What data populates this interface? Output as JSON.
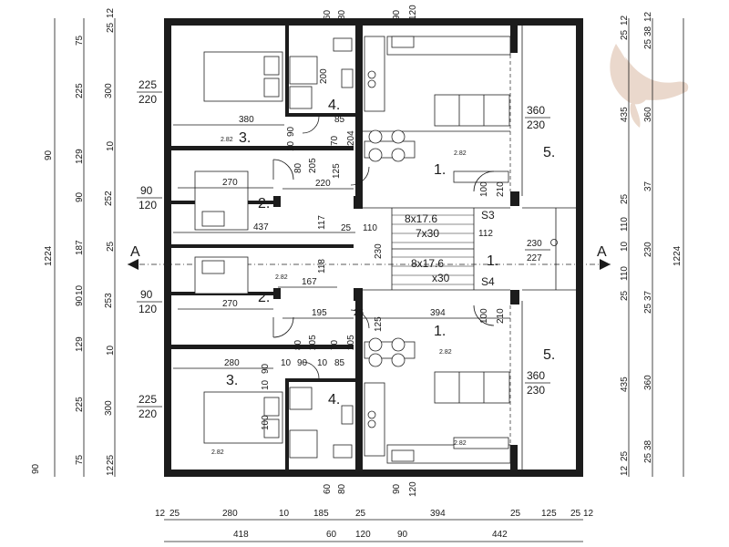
{
  "theme": {
    "line": "#1a1a1a",
    "wall": "#1c1c1c",
    "logo": "#d9b9a3"
  },
  "section_marker": "A",
  "rooms": [
    {
      "id": "r1-top",
      "label": "1."
    },
    {
      "id": "r2-top",
      "label": "2."
    },
    {
      "id": "r3-top",
      "label": "3."
    },
    {
      "id": "r4-top",
      "label": "4."
    },
    {
      "id": "r5-top",
      "label": "5."
    },
    {
      "id": "r1-bot",
      "label": "1."
    },
    {
      "id": "r2-bot",
      "label": "2."
    },
    {
      "id": "r3-bot",
      "label": "3."
    },
    {
      "id": "r4-bot",
      "label": "4."
    },
    {
      "id": "r5-bot",
      "label": "5."
    },
    {
      "id": "r1-mid",
      "label": "1."
    }
  ],
  "stairs": {
    "top_a": "8x17.6",
    "top_b": "7x30",
    "bot_a": "8x17.6",
    "bot_b": "x30",
    "s3": "S3",
    "s4": "S4"
  },
  "openings": {
    "w_225_220": [
      "225",
      "220"
    ],
    "w_90_120": [
      "90",
      "120"
    ],
    "w_360_230": [
      "360",
      "230"
    ]
  },
  "level_marks": {
    "a": "2.82",
    "b": "2.82",
    "c": "2.82",
    "d": "2.82",
    "e": "2.82",
    "f": "2.82"
  },
  "inner_dims": {
    "380": "380",
    "270": "270",
    "437": "437",
    "220": "220",
    "167": "167",
    "195": "195",
    "280": "280",
    "394": "394",
    "200": "200",
    "85": "85",
    "70": "70",
    "204": "204",
    "205": "205",
    "125": "125",
    "117": "117",
    "118": "118",
    "25": "25",
    "110": "110",
    "112": "112",
    "230": "230",
    "227": "227",
    "100": "100",
    "210": "210",
    "10": "10",
    "90": "90",
    "80": "80",
    "60": "60",
    "120": "120"
  },
  "top_dims": [
    "60",
    "80",
    "90",
    "120"
  ],
  "bottom_dims": [
    "60",
    "80",
    "90",
    "120"
  ],
  "left_dims_outer": [
    "90",
    "1224",
    "90"
  ],
  "left_dims_inner": [
    "12",
    "25",
    "75",
    "225",
    "129",
    "10",
    "90",
    "187",
    "25",
    "10",
    "90",
    "129",
    "10",
    "225",
    "75",
    "12",
    "25",
    "300",
    "252",
    "253",
    "300"
  ],
  "right_dims": [
    "12",
    "25",
    "38",
    "25",
    "12",
    "435",
    "360",
    "25",
    "37",
    "110",
    "10",
    "230",
    "25",
    "37",
    "25",
    "110",
    "435",
    "360",
    "12",
    "25",
    "25",
    "38",
    "1224"
  ],
  "bottom_row1": [
    "12",
    "25",
    "280",
    "10",
    "185",
    "25",
    "394",
    "25",
    "125",
    "25",
    "12"
  ],
  "bottom_row2": [
    "418",
    "60",
    "120",
    "90",
    "442"
  ]
}
